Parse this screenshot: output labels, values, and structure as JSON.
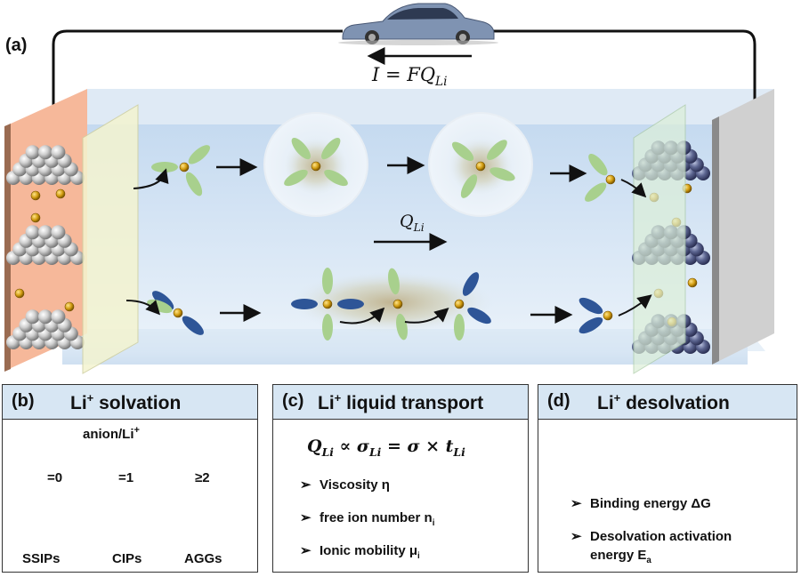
{
  "main": {
    "label": "(a)",
    "current_eq": "I = FQ",
    "current_eq_sub": "Li",
    "flux_label": "Q",
    "flux_label_sub": "Li"
  },
  "panel_b": {
    "tag": "(b)",
    "title_pre": "Li",
    "title_sup": "+",
    "title_post": " solvation",
    "ratio_label_pre": "anion/Li",
    "ratio_label_sup": "+",
    "levels": [
      "=0",
      "=1",
      "≥2"
    ],
    "species": [
      "SSIPs",
      "CIPs",
      "AGGs"
    ]
  },
  "panel_c": {
    "tag": "(c)",
    "title_pre": "Li",
    "title_sup": "+",
    "title_post": " liquid transport",
    "formula": "Q",
    "formula_parts": [
      "Li",
      " ∝ σ",
      "Li",
      " = σ × t",
      "Li"
    ],
    "items": [
      {
        "text": "Viscosity η",
        "sub": ""
      },
      {
        "text": "free ion number n",
        "sub": "i"
      },
      {
        "text": "Ionic mobility μ",
        "sub": "i"
      }
    ],
    "bullet": "➢"
  },
  "panel_d": {
    "tag": "(d)",
    "title_pre": "Li",
    "title_sup": "+",
    "title_post": " desolvation",
    "items": [
      {
        "line1": "Binding energy ΔG",
        "line2": "",
        "sub": ""
      },
      {
        "line1": "Desolvation activation",
        "line2": "energy E",
        "sub": "a"
      }
    ]
  },
  "colors": {
    "solvent": "#a8d08d",
    "anion": "#2e5597",
    "li_ion": "#c8960c",
    "electrolyte": "#c9dcf0",
    "anode_plate": "#f6b89a",
    "separator": "#f4f4d0",
    "cathode_sep": "#dcefd8",
    "energy_curve": "#c8960c"
  },
  "icons": [
    "car-icon",
    "li-ion-icon",
    "solvent-molecule-icon",
    "anion-icon",
    "arrow-icon",
    "energy-barrier-icon"
  ]
}
